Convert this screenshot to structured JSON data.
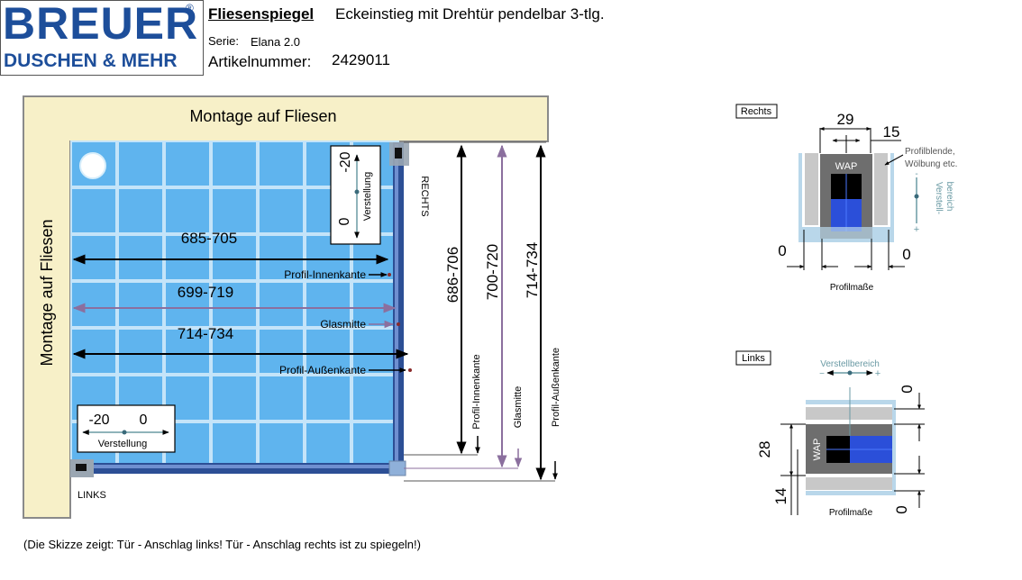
{
  "logo": {
    "brand": "BREUER",
    "registered": "®",
    "tagline": "DUSCHEN & MEHR"
  },
  "header": {
    "title": "Fliesenspiegel",
    "subtitle": "Eckeinstieg mit Drehtür pendelbar 3-tlg.",
    "series_label": "Serie:",
    "series_value": "Elana 2.0",
    "article_label": "Artikelnummer:",
    "article_value": "2429011"
  },
  "plan": {
    "wall_top": "Montage auf Fliesen",
    "wall_left": "Montage auf Fliesen",
    "label_rechts": "RECHTS",
    "label_links": "LINKS",
    "h_dims": [
      {
        "value": "685-705",
        "caption": "Profil-Innenkante"
      },
      {
        "value": "699-719",
        "caption": "Glasmitte"
      },
      {
        "value": "714-734",
        "caption": "Profil-Außenkante"
      }
    ],
    "v_dims": [
      {
        "value": "686-706",
        "caption": "Profil-Innenkante"
      },
      {
        "value": "700-720",
        "caption": "Glasmitte"
      },
      {
        "value": "714-734",
        "caption": "Profil-Außenkante"
      }
    ],
    "adjust_right": {
      "min": "-20",
      "zero": "0",
      "label": "Verstellung"
    },
    "adjust_left": {
      "min": "-20",
      "zero": "0",
      "label": "Verstellung"
    }
  },
  "detail_rechts": {
    "title": "Rechts",
    "dim_profile": "29",
    "dim_blende": "15",
    "blende_note_1": "Profilblende,",
    "blende_note_2": "Wölbung etc.",
    "wap": "WAP",
    "adjust_1": "Verstell-",
    "adjust_2": "bereich",
    "minus": "-",
    "plus": "+",
    "zero_left": "0",
    "zero_right": "0",
    "caption": "Profilmaße"
  },
  "detail_links": {
    "title": "Links",
    "adjust": "Verstellbereich",
    "minus": "−",
    "plus": "+",
    "wap": "WAP",
    "dim_profile": "28",
    "dim_blende": "14",
    "zero_top": "0",
    "zero_bottom": "0",
    "caption": "Profilmaße"
  },
  "footnote": "(Die Skizze zeigt: Tür - Anschlag links! Tür - Anschlag rechts ist zu spiegeln!)",
  "colors": {
    "brand": "#1d4e9a",
    "wall": "#f7f0c8",
    "tile": "#5fb4ee",
    "grout": "#c4e4f9",
    "profile": "#2c4f95",
    "glass_dim": "#8b6f9e",
    "wap_blue": "#2b4fd9"
  }
}
